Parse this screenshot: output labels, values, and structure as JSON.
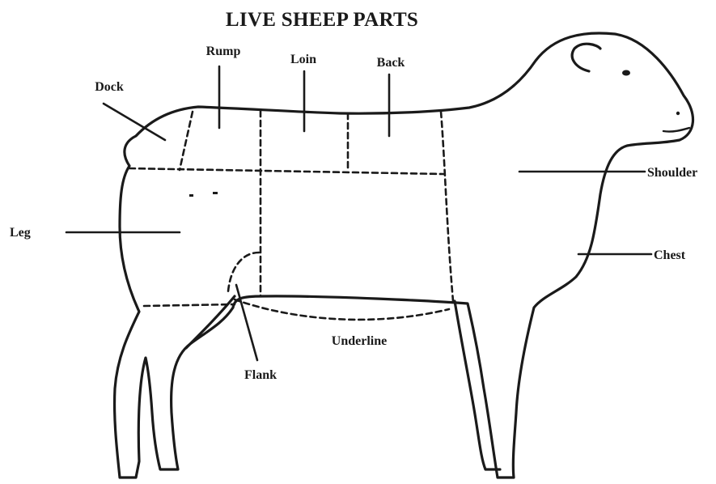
{
  "title": "LIVE SHEEP PARTS",
  "labels": {
    "rump": "Rump",
    "loin": "Loin",
    "back": "Back",
    "dock": "Dock",
    "shoulder": "Shoulder",
    "leg": "Leg",
    "chest": "Chest",
    "underline": "Underline",
    "flank": "Flank"
  },
  "colors": {
    "ink": "#1a1a1a",
    "background": "#ffffff"
  }
}
